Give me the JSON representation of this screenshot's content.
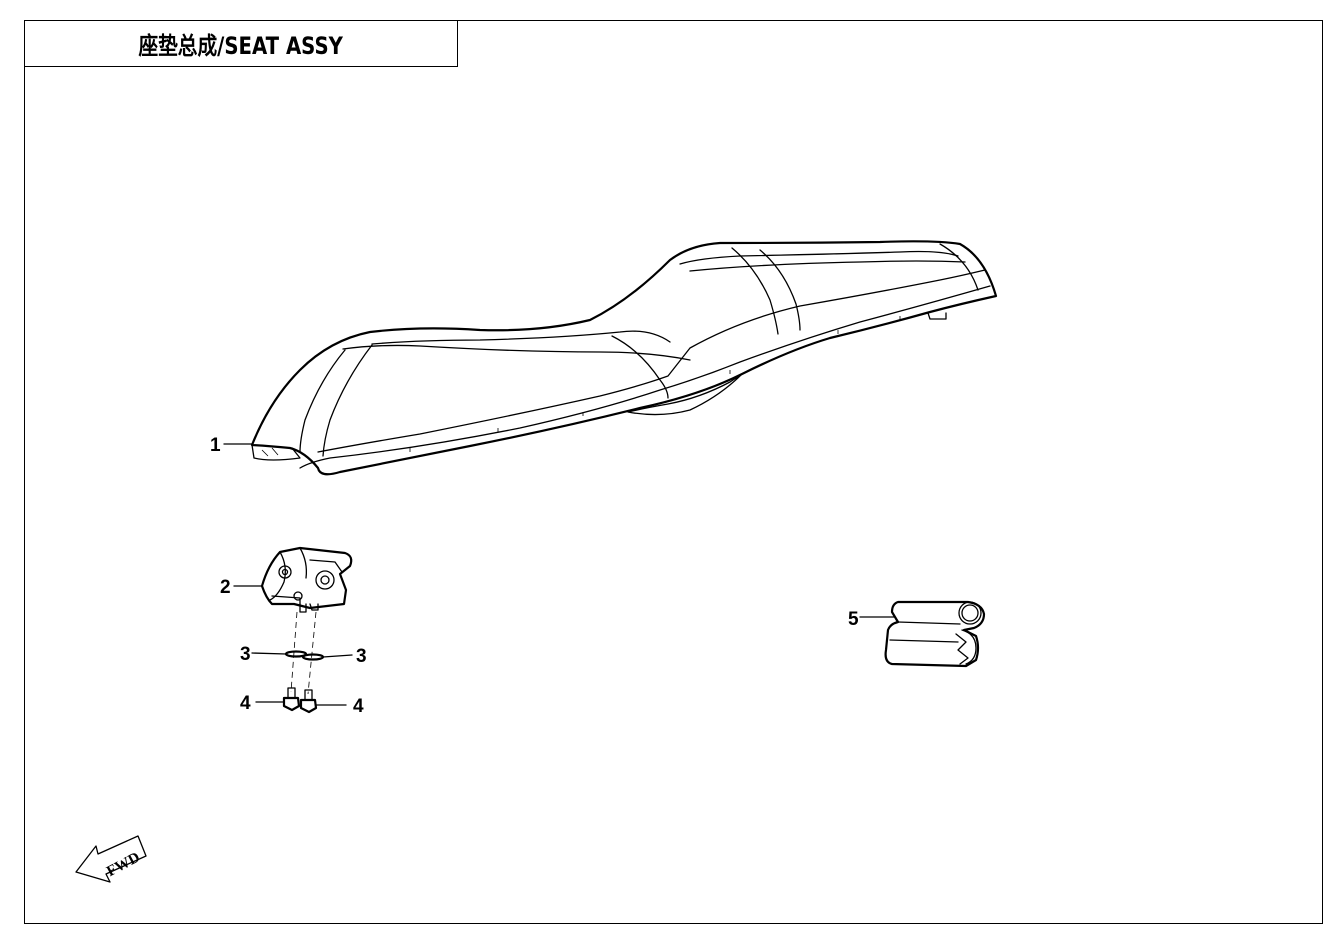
{
  "title": "座垫总成/SEAT ASSY",
  "callouts": {
    "c1": "1",
    "c2": "2",
    "c3a": "3",
    "c3b": "3",
    "c4a": "4",
    "c4b": "4",
    "c5": "5"
  },
  "fwd_label": "FWD",
  "parts": [
    "seat",
    "seat-lock",
    "washer",
    "bolt",
    "edge-trim-seal"
  ]
}
